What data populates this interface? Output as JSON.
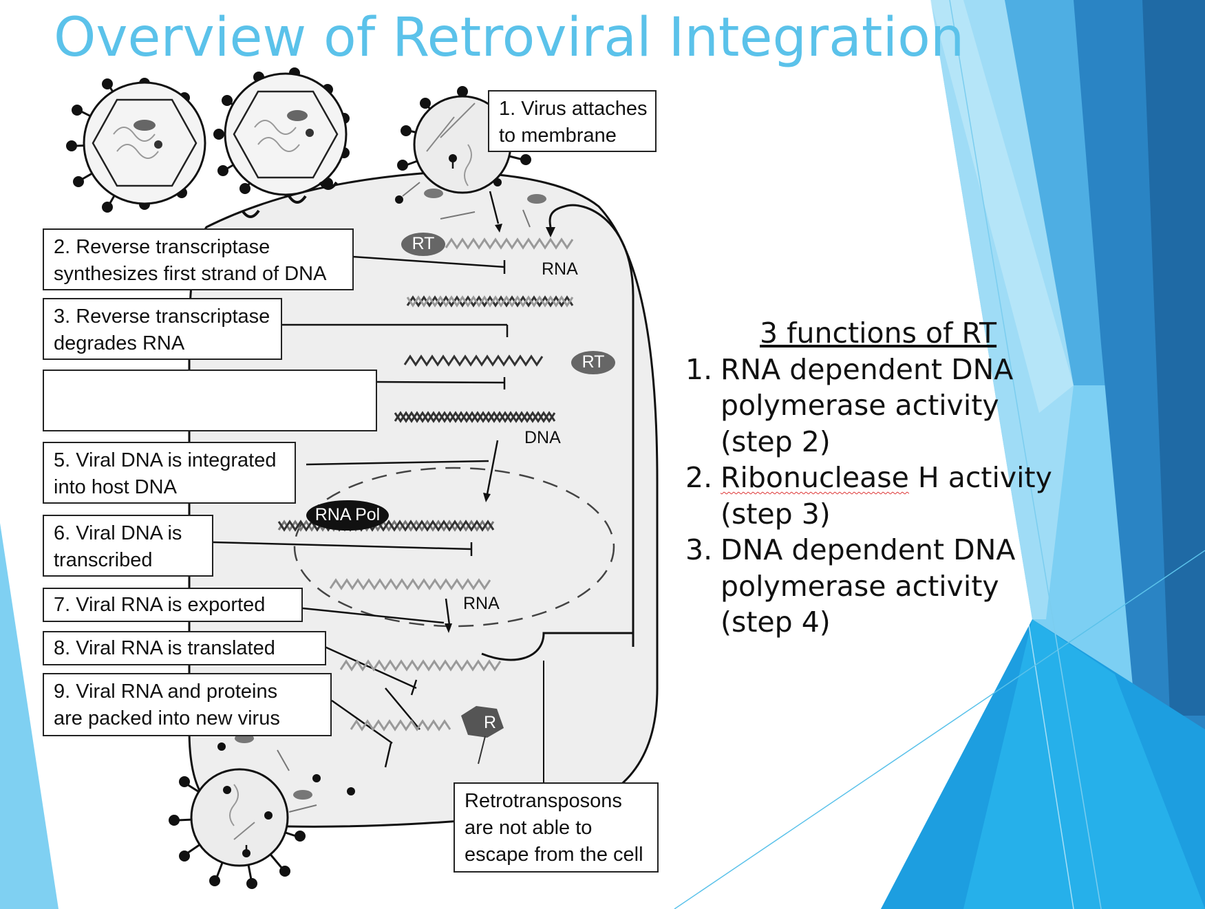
{
  "title": "Overview of Retroviral Integration",
  "steps": {
    "s1": [
      "1. Virus attaches",
      "to membrane"
    ],
    "s2": [
      "2. Reverse transcriptase",
      "synthesizes first strand of DNA"
    ],
    "s3": [
      "3. Reverse transcriptase",
      "degrades RNA"
    ],
    "s4": [
      "",
      ""
    ],
    "s5": [
      "5. Viral DNA is integrated",
      "into host DNA"
    ],
    "s6": [
      "6. Viral DNA is",
      "transcribed"
    ],
    "s7": "7. Viral RNA is exported",
    "s8": "8. Viral RNA is translated",
    "s9": [
      "9. Viral RNA and proteins",
      "are packed into new virus"
    ],
    "retro": [
      "Retrotransposons",
      "are not able to",
      "escape from the cell"
    ]
  },
  "diagram_labels": {
    "rt1": "RT",
    "rt2": "RT",
    "rna1": "RNA",
    "dna": "DNA",
    "rna_pol": "RNA Pol",
    "rna2": "RNA",
    "ribosome": "R"
  },
  "functions": {
    "heading": "3 functions of RT",
    "items": [
      {
        "num": "1.",
        "lines": [
          "RNA dependent DNA",
          "polymerase activity",
          "(step 2)"
        ]
      },
      {
        "num": "2.",
        "lines_first_word": "Ribonuclease",
        "lines_first_rest": " H activity",
        "lines": [
          "(step 3)"
        ]
      },
      {
        "num": "3.",
        "lines": [
          "DNA dependent DNA",
          "polymerase activity",
          "(step 4)"
        ]
      }
    ]
  },
  "colors": {
    "title": "#5bc2ea",
    "accent_light": "#8fd6f2",
    "accent_mid": "#34b3e4",
    "accent_dark": "#1f5f8f",
    "cell": "#eeeeee"
  }
}
